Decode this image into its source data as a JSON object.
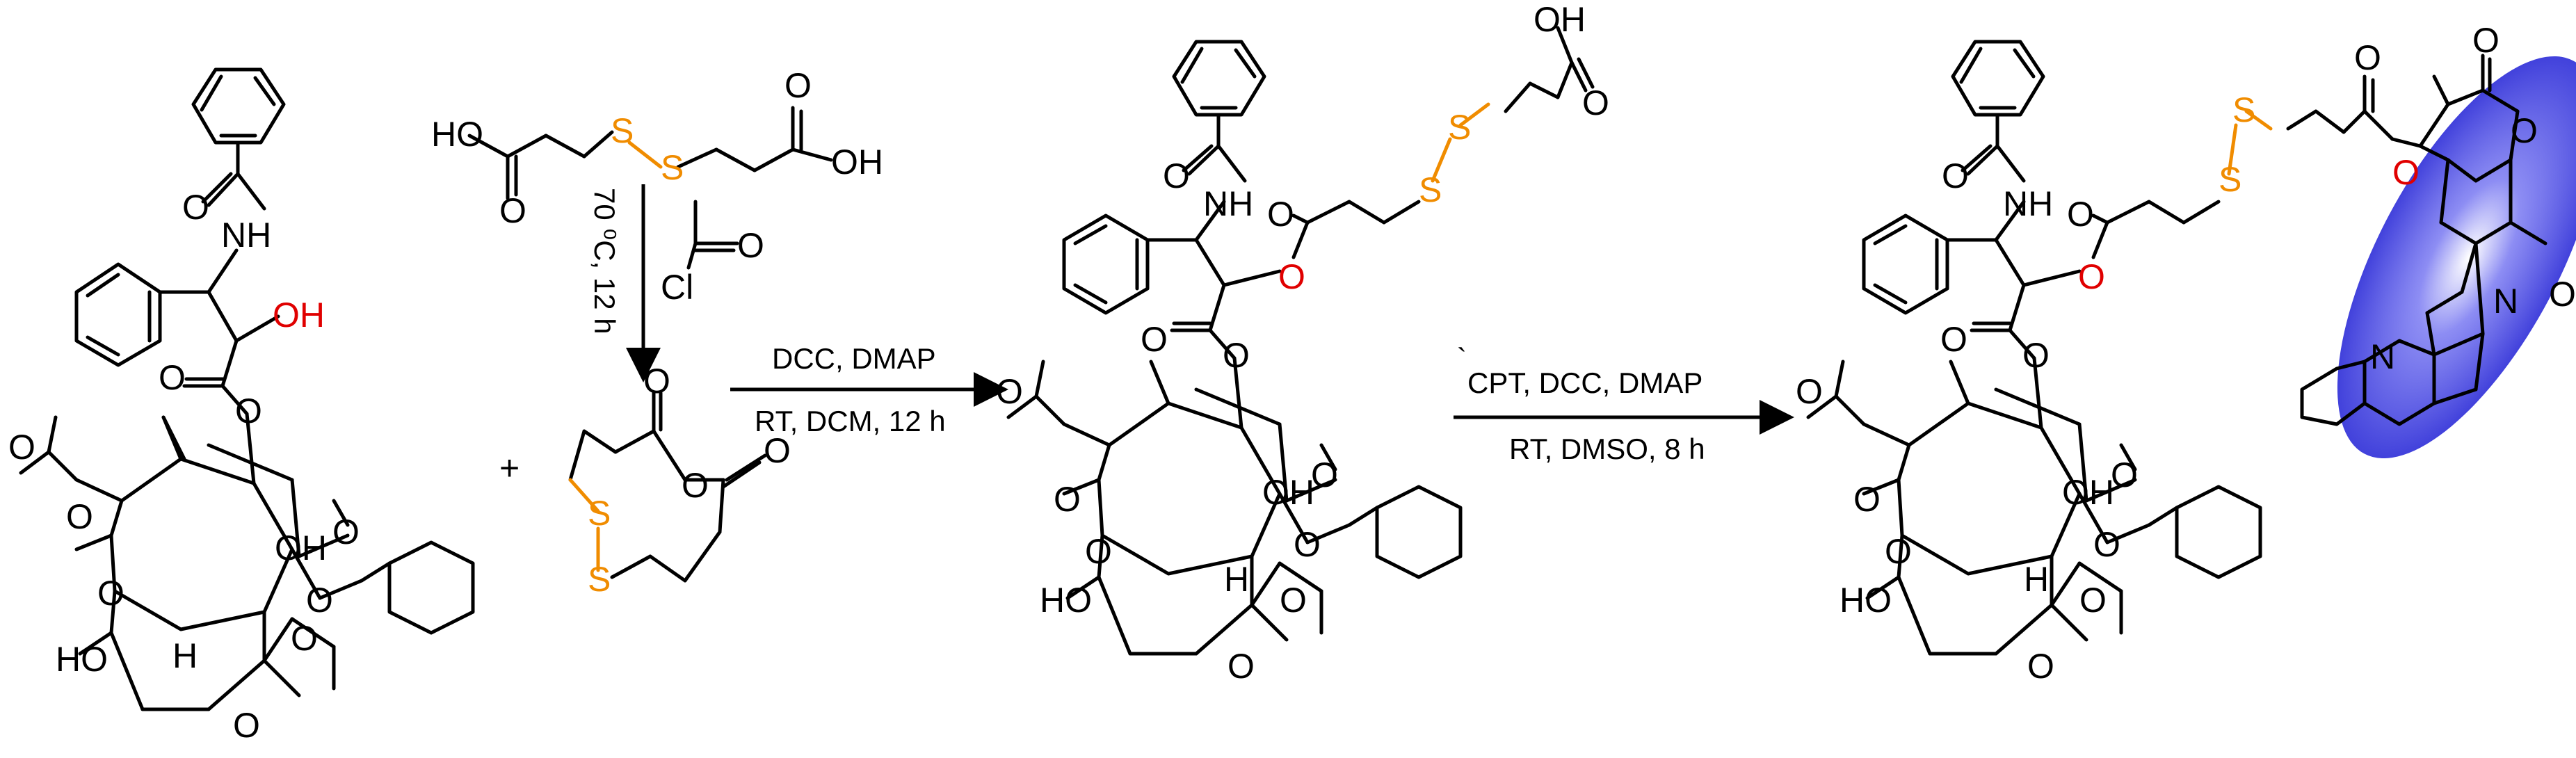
{
  "atoms": {
    "O": "O",
    "OH": "OH",
    "HO": "HO",
    "NH": "NH",
    "H": "H",
    "N": "N",
    "S": "S",
    "Cl": "Cl"
  },
  "plus_sign": "+",
  "step1": {
    "reagent_label": "Cl",
    "vertical_condition": "70 ⁰C, 12 h"
  },
  "step2": {
    "line1": "DCC, DMAP",
    "line2": "RT, DCM, 12 h"
  },
  "step3": {
    "mark": "`",
    "line1": "CPT, DCC, DMAP",
    "line2": "RT, DMSO, 8 h"
  },
  "colors": {
    "bond": "#000000",
    "hydroxyl_highlight": "#e00000",
    "disulfide": "#f08c00",
    "camptothecin_highlight": "#2020d8"
  }
}
